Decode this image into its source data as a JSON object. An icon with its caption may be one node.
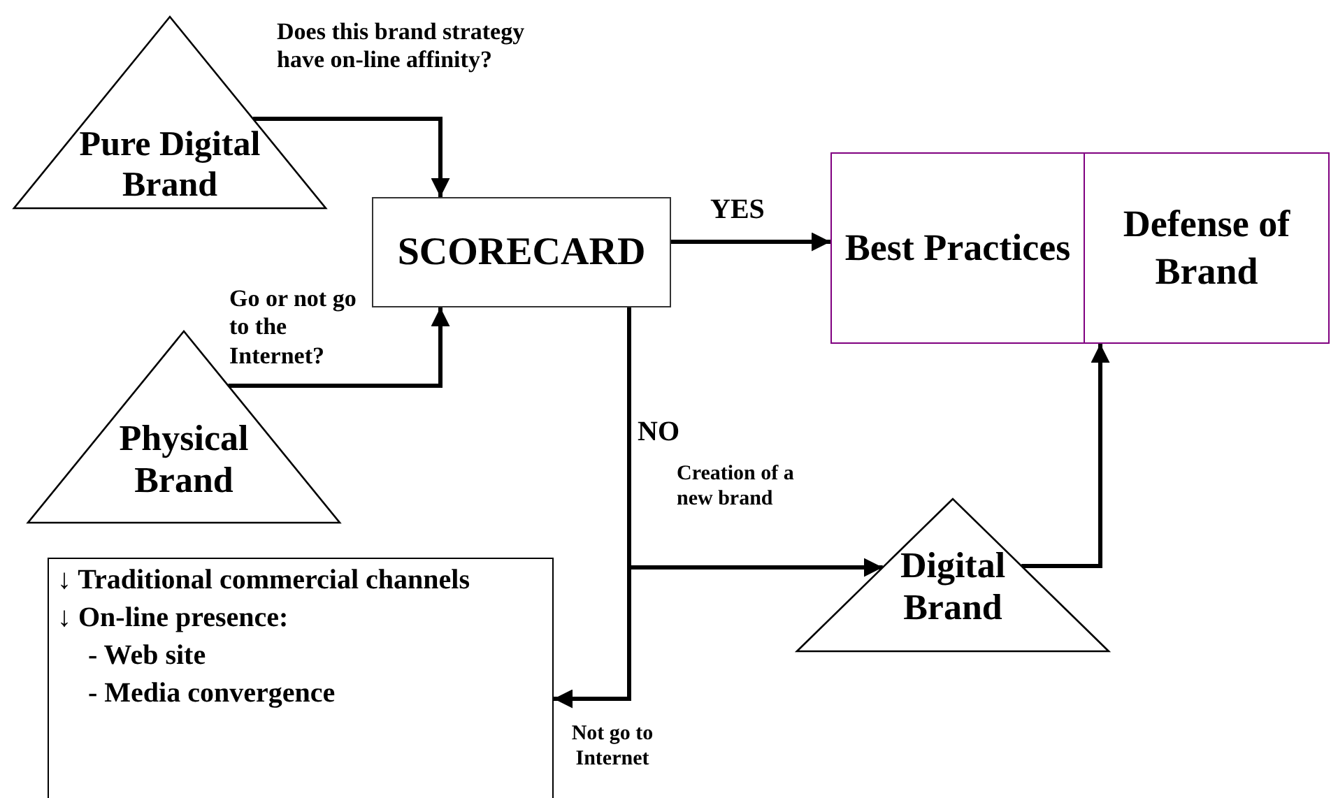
{
  "diagram": {
    "nodes": [
      {
        "text": [
          "Pure Digital Brand"
        ]
      },
      {
        "text": [
          "SCORECARD"
        ]
      },
      {
        "text": [
          "Physical Brand"
        ]
      },
      {
        "text": [
          "Best Practices"
        ]
      },
      {
        "text": [
          "Defense of Brand"
        ]
      },
      {
        "text": [
          "Digital Brand"
        ]
      },
      {
        "text": [
          "↓ Traditional commercial channels",
          "↓ On-line presence:",
          "- Web site",
          "- Media convergence"
        ]
      }
    ],
    "edges": [
      {
        "from": 0,
        "to": 1,
        "arrow": "to",
        "label": "Does this brand strategy have on-line affinity?"
      },
      {
        "from": 2,
        "to": 1,
        "arrow": "to",
        "label": "Go or not go to the Internet?"
      },
      {
        "from": 1,
        "to": 3,
        "arrow": "to",
        "label": "YES"
      },
      {
        "from": 1,
        "to": 5,
        "arrow": "to",
        "label": "Creation of a new brand"
      },
      {
        "from": 1,
        "to": 6,
        "arrow": "to",
        "label": "Not go to Internet"
      },
      {
        "from": 5,
        "to": 4,
        "arrow": "to"
      }
    ],
    "labels": [
      "NO"
    ]
  }
}
